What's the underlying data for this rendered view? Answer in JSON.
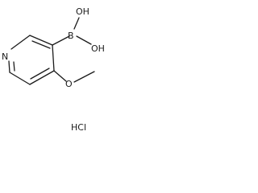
{
  "molecule": {
    "atoms": {
      "ring_nitrogen": "N",
      "boron": "B",
      "hydroxyl_top": "OH",
      "hydroxyl_right": "OH",
      "methoxy_oxygen": "O"
    },
    "salt": "HCl"
  }
}
